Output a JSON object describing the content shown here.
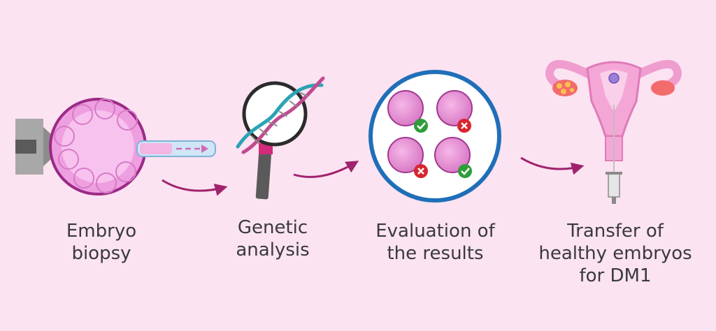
{
  "steps": [
    {
      "label": "Embryo\nbiopsy"
    },
    {
      "label": "Genetic\nanalysis"
    },
    {
      "label": "Evaluation of\nthe results"
    },
    {
      "label": "Transfer of\nhealthy embryos\nfor DM1"
    }
  ],
  "colors": {
    "background": "#fbe3f1",
    "arrow": "#a0226e",
    "embryo": "#e48ad2",
    "embryo_outline": "#9c2a86",
    "ok": "#2e9d3a",
    "bad": "#d7262f",
    "ring": "#1f6fb8"
  },
  "icons": {
    "step1": "embryo-biopsy-icon",
    "step2": "magnifier-dna-icon",
    "step3": "results-evaluation-icon",
    "step4": "uterus-syringe-icon",
    "ok": "check-icon",
    "bad": "cross-icon"
  }
}
